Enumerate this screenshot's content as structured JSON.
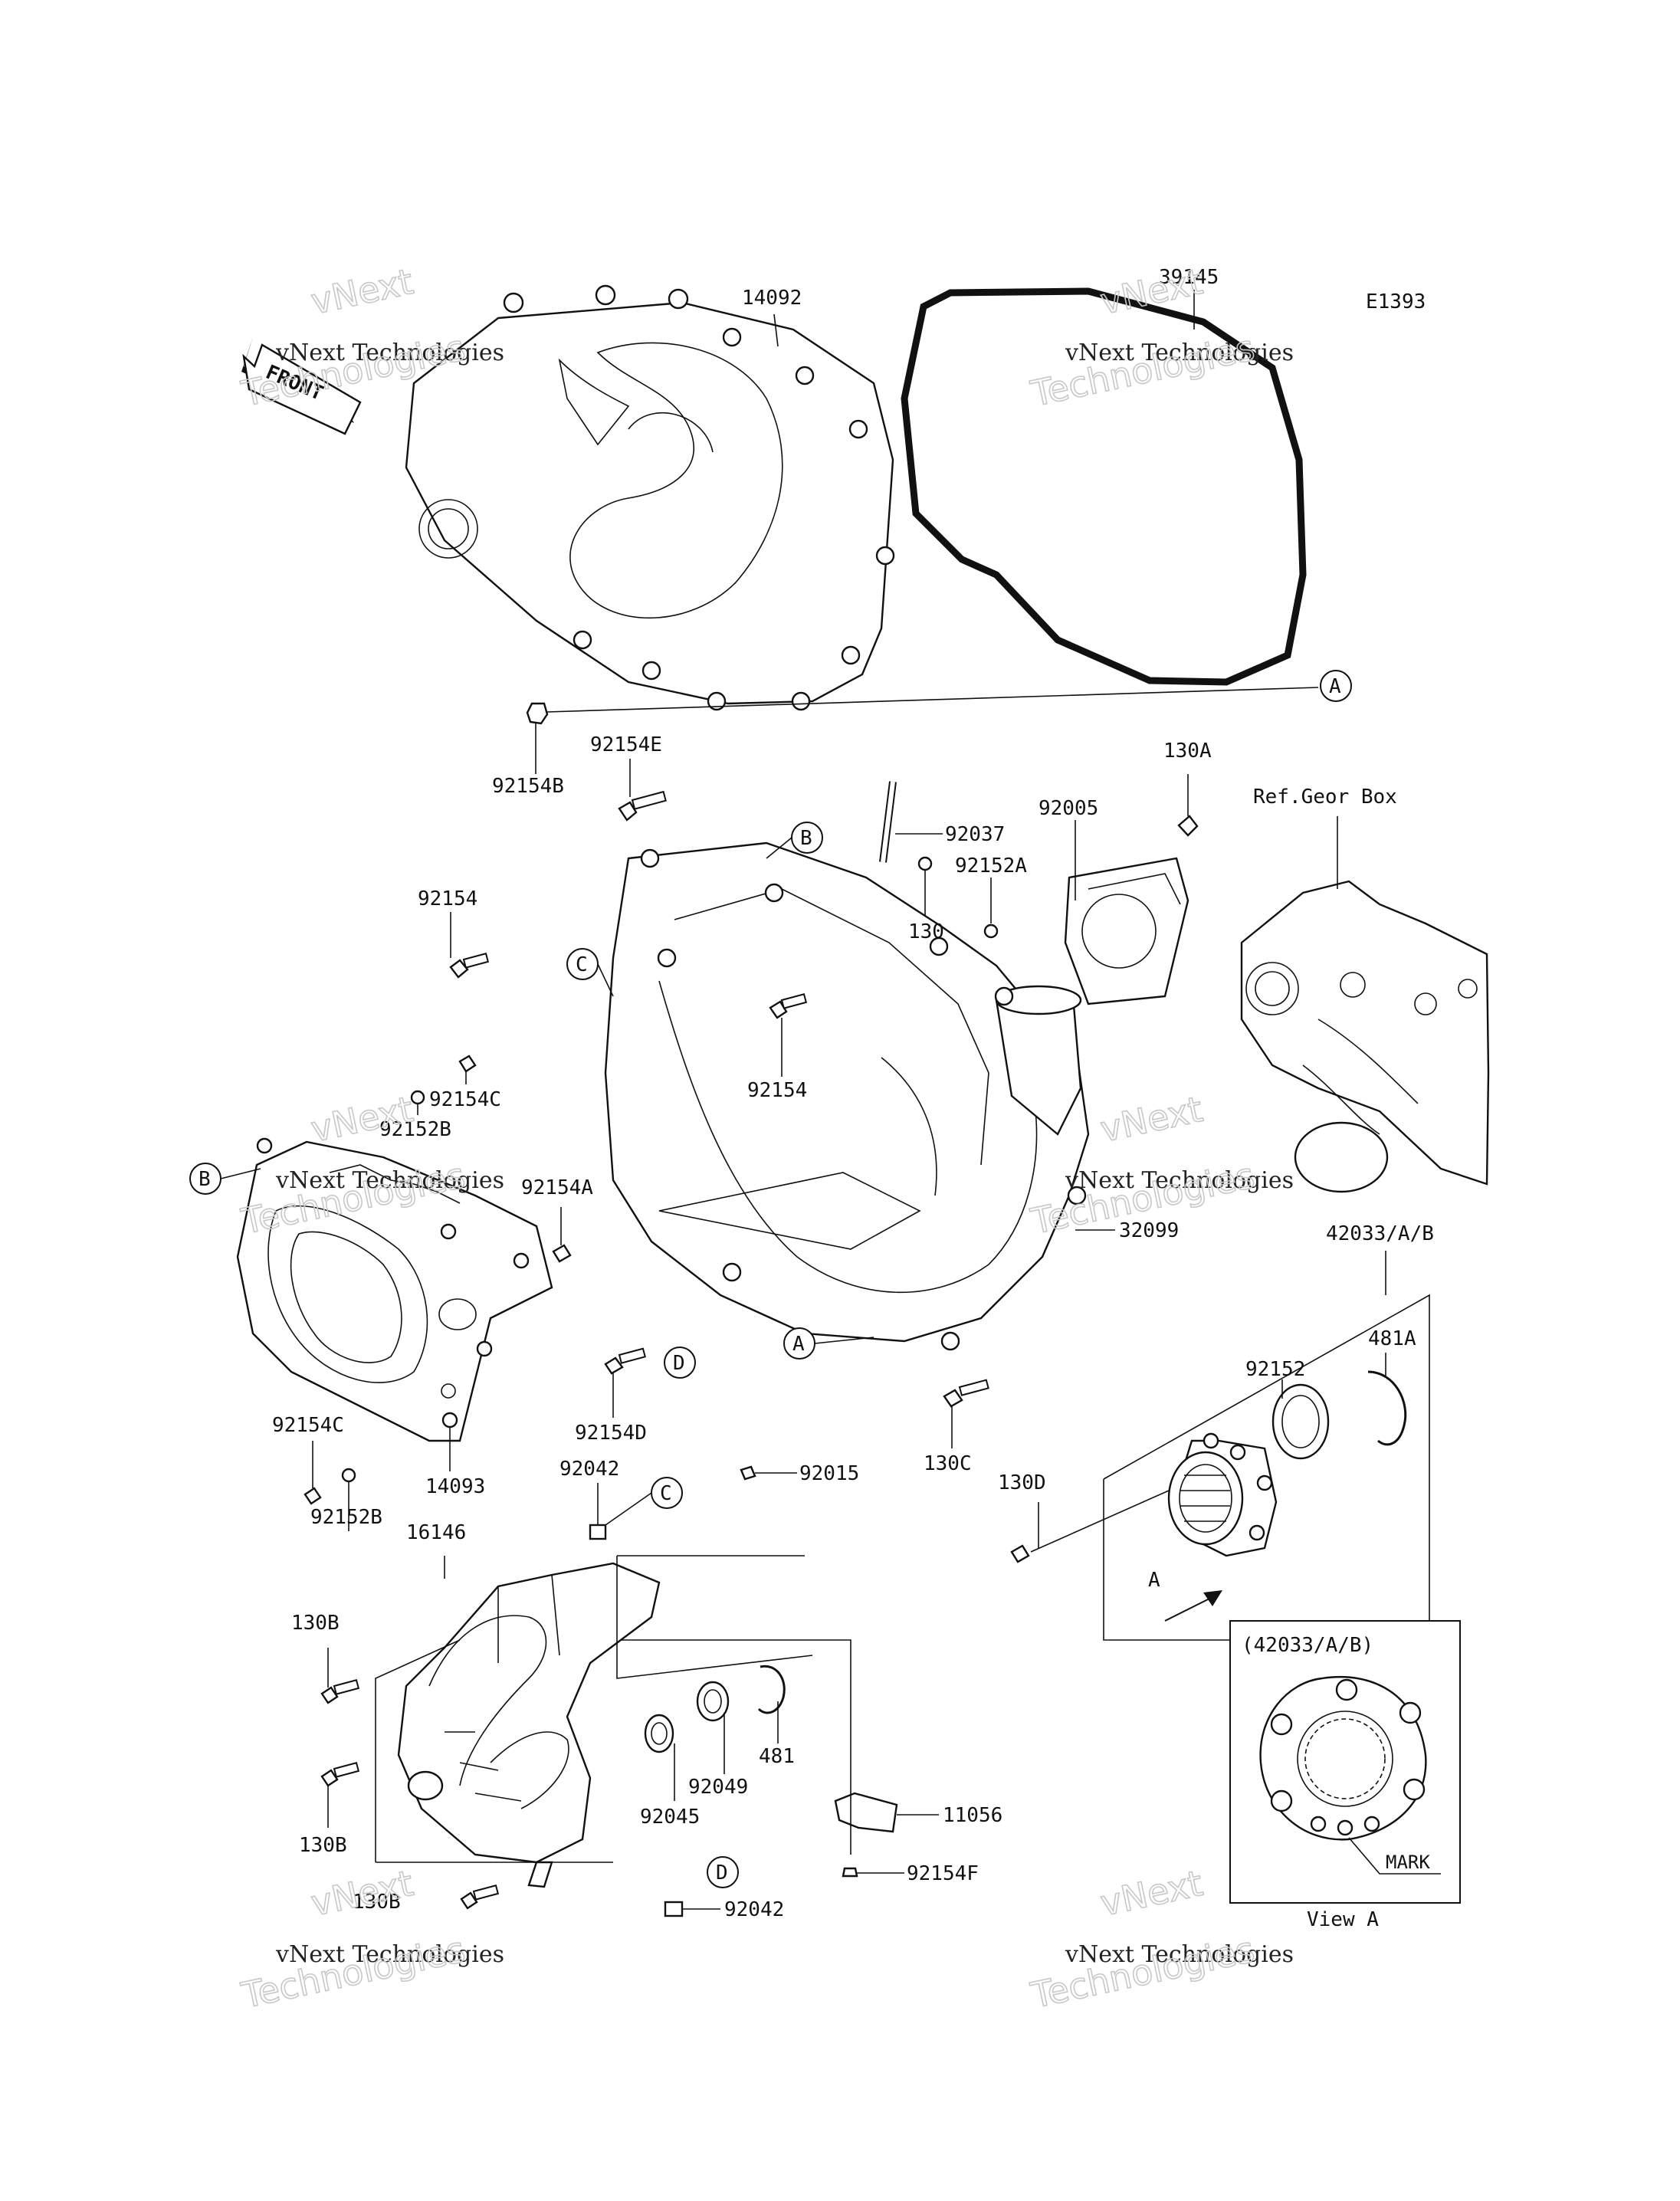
{
  "diagram": {
    "code": "E1393",
    "front_label": "FRONT",
    "ref_gear_box": "Ref.Geor Box",
    "view_a_header": "(42033/A/B)",
    "view_a_caption": "View A",
    "mark_label": "MARK",
    "arrow_a_label": "A"
  },
  "watermarks": [
    {
      "line1": "vNext",
      "line2": "vNext Technologies",
      "line3": "Technologies"
    },
    {
      "line1": "vNext",
      "line2": "vNext Technologies",
      "line3": "Technologies"
    },
    {
      "line1": "vNext",
      "line2": "vNext Technologies",
      "line3": "Technologies"
    },
    {
      "line1": "vNext",
      "line2": "vNext Technologies",
      "line3": "Technologies"
    },
    {
      "line1": "vNext",
      "line2": "vNext Technologies",
      "line3": "Technologies"
    },
    {
      "line1": "vNext",
      "line2": "vNext Technologies",
      "line3": "Technologies"
    }
  ],
  "ref_markers": {
    "a": "A",
    "b": "B",
    "c": "C",
    "d": "D"
  },
  "parts": {
    "p14092": "14092",
    "p39145": "39145",
    "p92154B": "92154B",
    "p92154E": "92154E",
    "p92037": "92037",
    "p92005": "92005",
    "p130A": "130A",
    "p130": "130",
    "p92152A": "92152A",
    "p92154_top": "92154",
    "p92154_mid": "92154",
    "p92154C_top": "92154C",
    "p92152B_top": "92152B",
    "p92154A": "92154A",
    "p32099": "32099",
    "p42033": "42033/A/B",
    "p481A": "481A",
    "p92152": "92152",
    "p92154D": "92154D",
    "p130C": "130C",
    "p130D": "130D",
    "p92154C_bot": "92154C",
    "p92152B_bot": "92152B",
    "p14093": "14093",
    "p92042_top": "92042",
    "p92015": "92015",
    "p16146": "16146",
    "p130B_top": "130B",
    "p130B_bot": "130B",
    "p481": "481",
    "p92049": "92049",
    "p92045": "92045",
    "p11056": "11056",
    "p92154F": "92154F",
    "p130B_low": "130B",
    "p92042_bot": "92042"
  }
}
